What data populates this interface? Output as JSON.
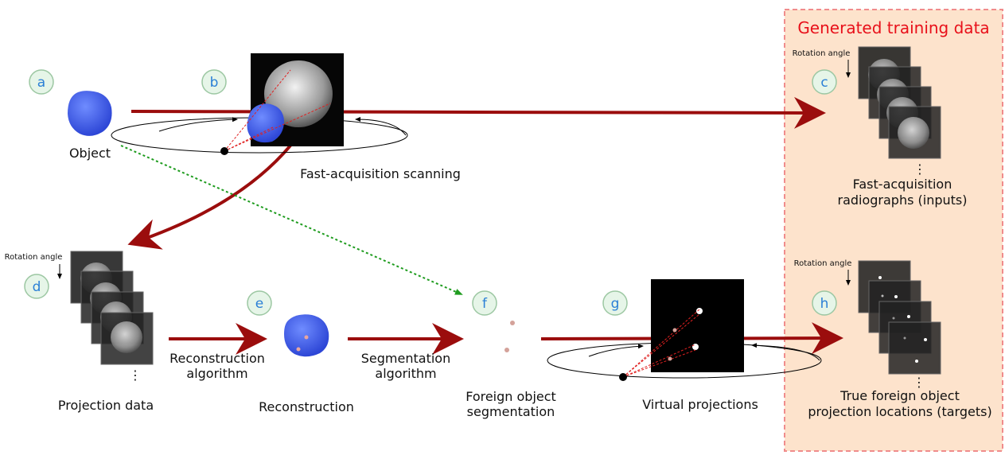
{
  "panel": {
    "title": "Generated training data",
    "title_color": "#e8101a",
    "bg_color": "#fde3cc",
    "border_color": "#f08c8c"
  },
  "colors": {
    "main_arrow": "#9b0d0d",
    "green_arrow": "#1f9c1f",
    "step_circle_fill": "#e6f5e8",
    "step_circle_stroke": "#9cc7a2",
    "step_letter": "#2a7fd6",
    "object_blue": "#3b5ee8",
    "ray_red": "#e02020"
  },
  "steps": {
    "a": "a",
    "b": "b",
    "c": "c",
    "d": "d",
    "e": "e",
    "f": "f",
    "g": "g",
    "h": "h"
  },
  "labels": {
    "object": "Object",
    "fast_scanning": "Fast-acquisition scanning",
    "fast_radiographs_1": "Fast-acquisition",
    "fast_radiographs_2": "radiographs (inputs)",
    "rotation_angle_top": "Rotation angle",
    "rotation_angle_left": "Rotation angle",
    "rotation_angle_bottom": "Rotation angle",
    "projection_data": "Projection data",
    "reconstruction_alg_1": "Reconstruction",
    "reconstruction_alg_2": "algorithm",
    "reconstruction": "Reconstruction",
    "segmentation_alg_1": "Segmentation",
    "segmentation_alg_2": "algorithm",
    "foreign_seg_1": "Foreign object",
    "foreign_seg_2": "segmentation",
    "virtual_projections": "Virtual projections",
    "true_locations_1": "True foreign object",
    "true_locations_2": "projection locations (targets)",
    "ellipsis_top": "⋮",
    "ellipsis_left": "⋮",
    "ellipsis_bottom": "⋮"
  }
}
